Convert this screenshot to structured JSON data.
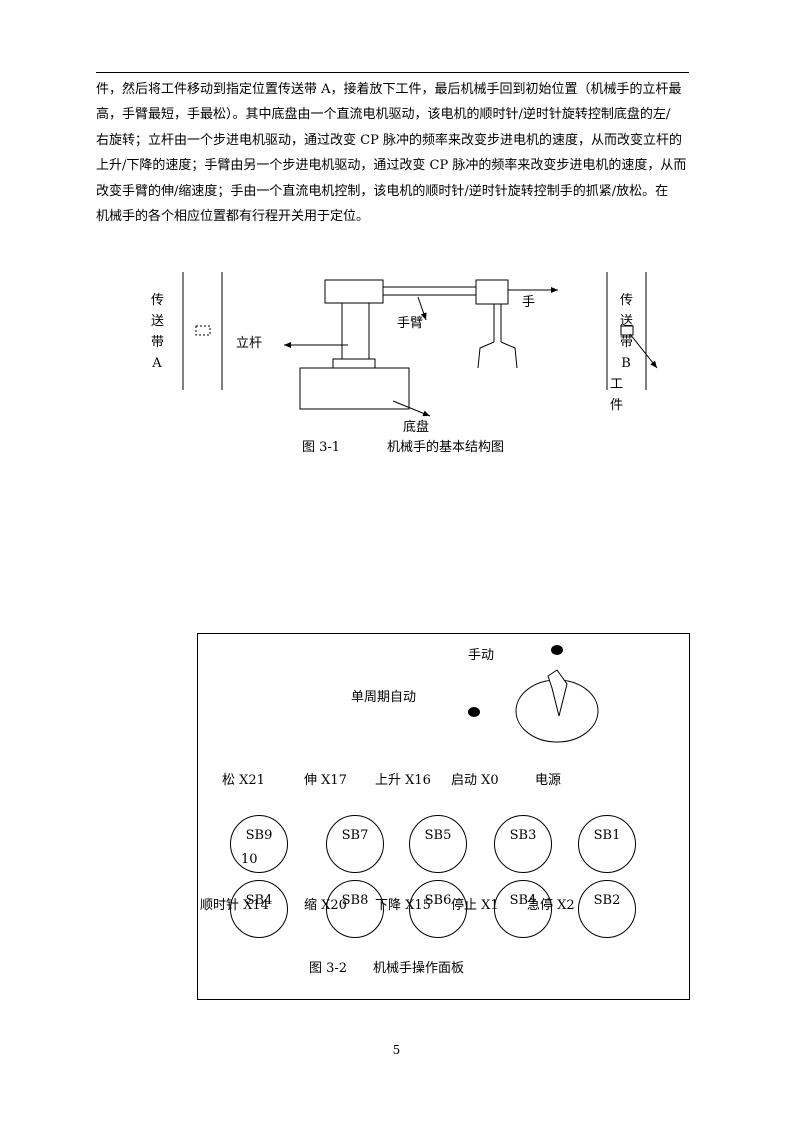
{
  "paragraph": {
    "lines": [
      "件，然后将工件移动到指定位置传送带 A，接着放下工件，最后机械手回到初始位置（机械手的立杆最",
      "高，手臂最短，手最松）。其中底盘由一个直流电机驱动，该电机的顺时针/逆时针旋转控制底盘的左/",
      "右旋转；立杆由一个步进电机驱动，通过改变 CP 脉冲的频率来改变步进电机的速度，从而改变立杆的",
      "上升/下降的速度；手臂由另一个步进电机驱动，通过改变 CP 脉冲的频率来改变步进电机的速度，从而",
      "改变手臂的伸/缩速度；手由一个直流电机控制，该电机的顺时针/逆时针旋转控制手的抓紧/放松。在",
      "机械手的各个相应位置都有行程开关用于定位。"
    ]
  },
  "figure1": {
    "belt_a": [
      "传",
      "送",
      "带",
      "A"
    ],
    "belt_b": [
      "传",
      "送",
      "带",
      "B"
    ],
    "pole": "立杆",
    "arm": "手臂",
    "hand": "手",
    "base": "底盘",
    "workpiece": [
      "工",
      "件"
    ],
    "caption_num": "图 3-1",
    "caption_text": "机械手的基本结构图"
  },
  "panel": {
    "manual": "手动",
    "single_cycle": "单周期自动",
    "top_labels": [
      "松 X21",
      "伸 X17",
      "上升 X16",
      "启动 X0",
      "电源"
    ],
    "top_buttons": [
      "SB9",
      "SB7",
      "SB5",
      "SB3",
      "SB1"
    ],
    "extra_label": "10",
    "bottom_labels": [
      "顺时针 X14",
      "缩 X20",
      "下降 X15",
      "停止 X1",
      "急停 X2"
    ],
    "bottom_buttons": [
      "SB4",
      "SB8",
      "SB6",
      "SB4",
      "SB2"
    ],
    "caption_num": "图 3-2",
    "caption_text": "机械手操作面板"
  },
  "page_number": "5"
}
